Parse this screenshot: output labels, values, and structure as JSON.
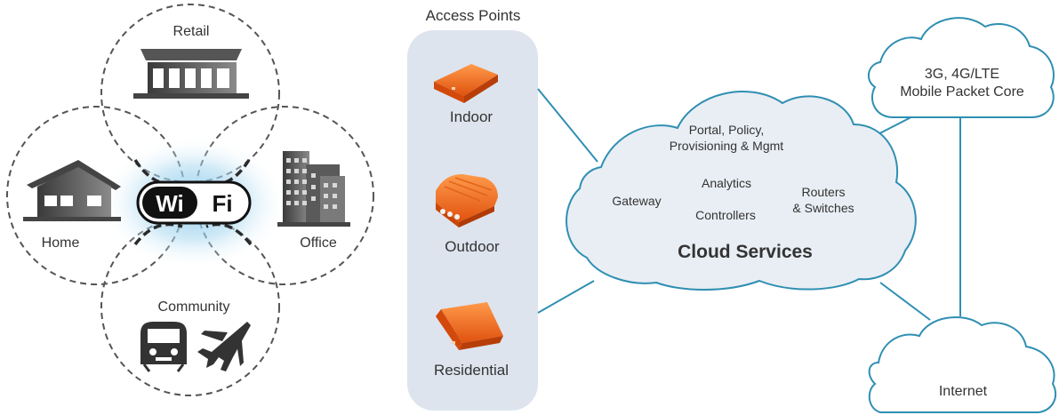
{
  "venues": {
    "retail": "Retail",
    "home": "Home",
    "office": "Office",
    "community": "Community"
  },
  "wifi_logo": {
    "wi": "Wi",
    "fi": "Fi"
  },
  "access_points": {
    "title": "Access Points",
    "indoor": "Indoor",
    "outdoor": "Outdoor",
    "residential": "Residential"
  },
  "cloud_services": {
    "title": "Cloud Services",
    "portal_line1": "Portal, Policy,",
    "portal_line2": "Provisioning & Mgmt",
    "analytics": "Analytics",
    "gateway": "Gateway",
    "controllers": "Controllers",
    "routers_line1": "Routers",
    "routers_line2": "& Switches"
  },
  "mobile_core": {
    "line1": "3G, 4G/LTE",
    "line2": "Mobile Packet Core"
  },
  "internet": "Internet",
  "colors": {
    "device_orange": "#f26b1d",
    "cloud_stroke": "#2f8fb2",
    "panel_fill": "#dde4ee",
    "ring_stroke": "#444444"
  }
}
